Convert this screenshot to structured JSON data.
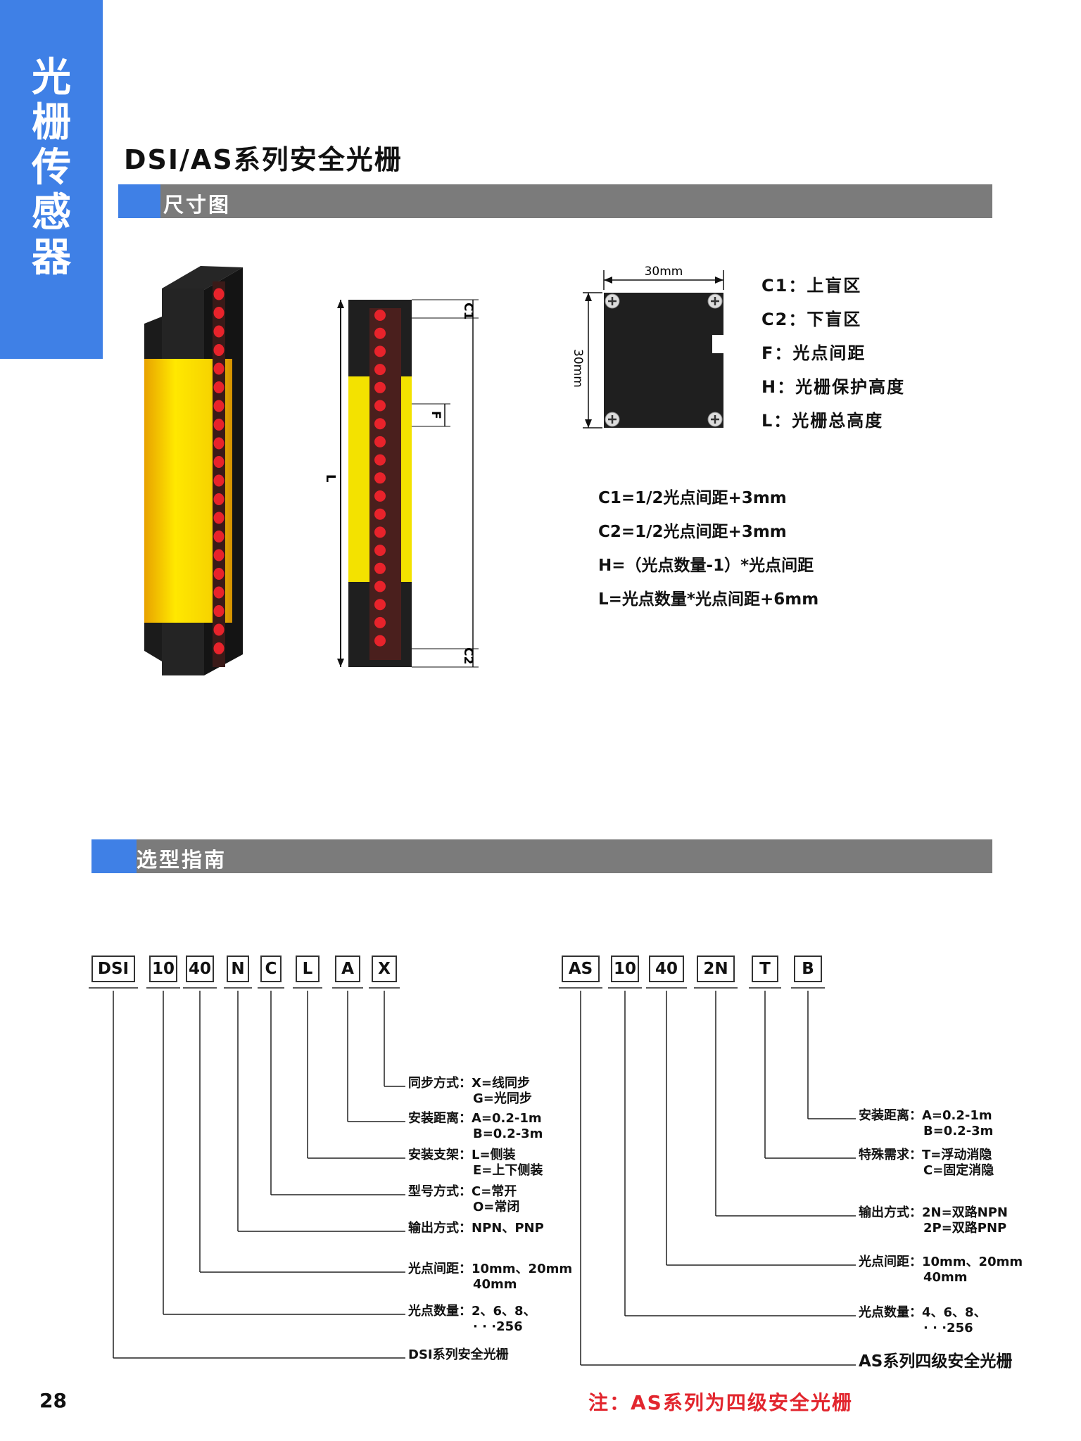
{
  "side_tab": {
    "text": "光栅传感器"
  },
  "title": "DSI/AS系列安全光栅",
  "sections": {
    "dimension": "尺寸图",
    "selection": "选型指南"
  },
  "diagram": {
    "dim_top": "30mm",
    "dim_side": "30mm",
    "label_L": "L",
    "label_C1": "C1",
    "label_C2": "C2",
    "label_F": "F"
  },
  "legend": [
    {
      "code": "C1",
      "text": "上盲区"
    },
    {
      "code": "C2",
      "text": "下盲区"
    },
    {
      "code": "F",
      "text": "光点间距"
    },
    {
      "code": "H",
      "text": "光栅保护高度"
    },
    {
      "code": "L",
      "text": "光栅总高度"
    }
  ],
  "formulas": [
    "C1=1/2光点间距+3mm",
    "C2=1/2光点间距+3mm",
    "H=（光点数量-1）*光点间距",
    "L=光点数量*光点间距+6mm"
  ],
  "dsi_code": [
    "DSI",
    "10",
    "40",
    "N",
    "C",
    "L",
    "A",
    "X"
  ],
  "dsi_desc": [
    {
      "key": "同步方式：",
      "v1": "X=线同步",
      "v2": "G=光同步"
    },
    {
      "key": "安装距离：",
      "v1": "A=0.2-1m",
      "v2": "B=0.2-3m"
    },
    {
      "key": "安装支架：",
      "v1": "L=侧装",
      "v2": "E=上下侧装"
    },
    {
      "key": "型号方式：",
      "v1": "C=常开",
      "v2": "O=常闭"
    },
    {
      "key": "输出方式：",
      "v1": "NPN、PNP",
      "v2": ""
    },
    {
      "key": "光点间距：",
      "v1": "10mm、20mm",
      "v2": "40mm"
    },
    {
      "key": "光点数量：",
      "v1": "2、6、8、",
      "v2": "· · ·256"
    },
    {
      "key": "DSI系列安全光栅",
      "v1": "",
      "v2": ""
    }
  ],
  "as_code": [
    "AS",
    "10",
    "40",
    "2N",
    "T",
    "B"
  ],
  "as_desc": [
    {
      "key": "安装距离：",
      "v1": "A=0.2-1m",
      "v2": "B=0.2-3m"
    },
    {
      "key": "特殊需求：",
      "v1": "T=浮动消隐",
      "v2": "C=固定消隐"
    },
    {
      "key": "输出方式：",
      "v1": "2N=双路NPN",
      "v2": "2P=双路PNP"
    },
    {
      "key": "光点间距：",
      "v1": "10mm、20mm",
      "v2": "40mm"
    },
    {
      "key": "光点数量：",
      "v1": "4、6、8、",
      "v2": "· · ·256"
    },
    {
      "key": "AS系列四级安全光栅",
      "v1": "",
      "v2": ""
    }
  ],
  "page_number": "28",
  "note": "注：AS系列为四级安全光栅",
  "colors": {
    "accent_blue": "#3f80e6",
    "bar_gray": "#7b7b7b",
    "yellow": "#f5e400",
    "led_red": "#e8232b",
    "note_red": "#e2262e"
  }
}
